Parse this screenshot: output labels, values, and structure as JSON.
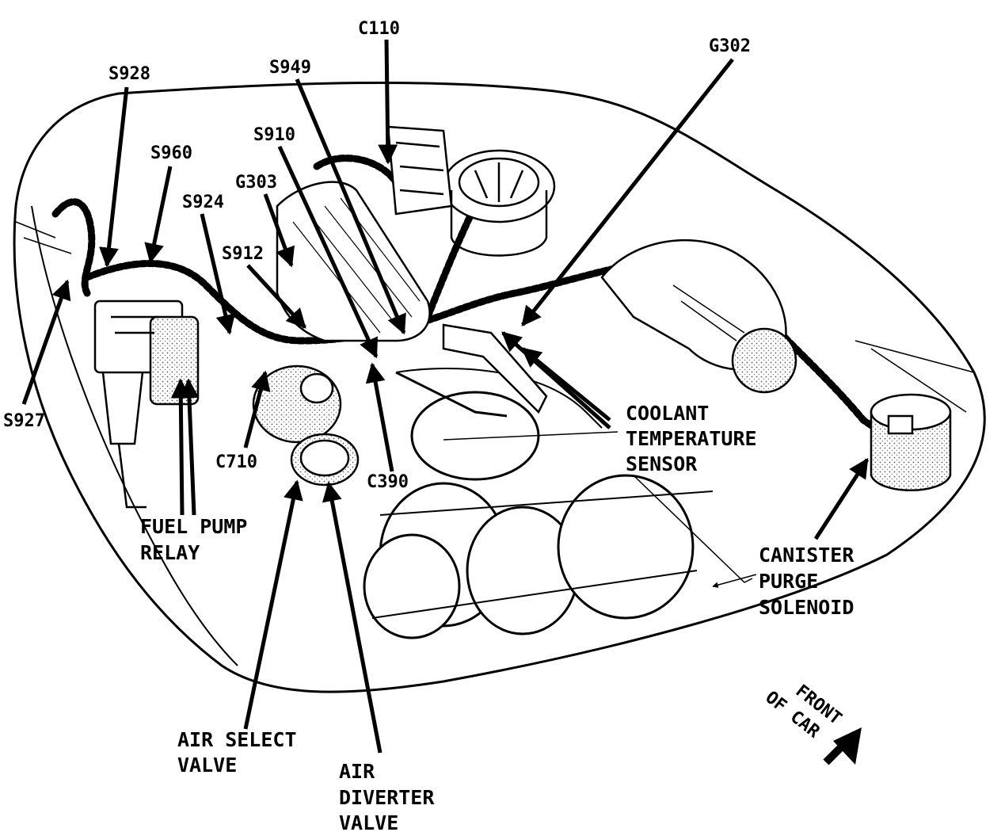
{
  "labels": {
    "c110": "C110",
    "g302": "G302",
    "s928": "S928",
    "s949": "S949",
    "s910": "S910",
    "s960": "S960",
    "g303": "G303",
    "s924": "S924",
    "s912": "S912",
    "s927": "S927",
    "c710": "C710",
    "c390": "C390",
    "coolant_temperature_sensor": [
      "COOLANT",
      "TEMPERATURE",
      "SENSOR"
    ],
    "fuel_pump_relay": [
      "FUEL PUMP",
      "RELAY"
    ],
    "canister_purge_solenoid": [
      "CANISTER",
      "PURGE",
      "SOLENOID"
    ],
    "air_select_valve": [
      "AIR SELECT",
      "VALVE"
    ],
    "air_diverter_valve": [
      "AIR",
      "DIVERTER",
      "VALVE"
    ],
    "front_of_car": [
      "FRONT",
      "OF CAR"
    ]
  },
  "colors": {
    "ink": "#000000",
    "paper": "#ffffff",
    "shade": "#b8b8b8"
  }
}
